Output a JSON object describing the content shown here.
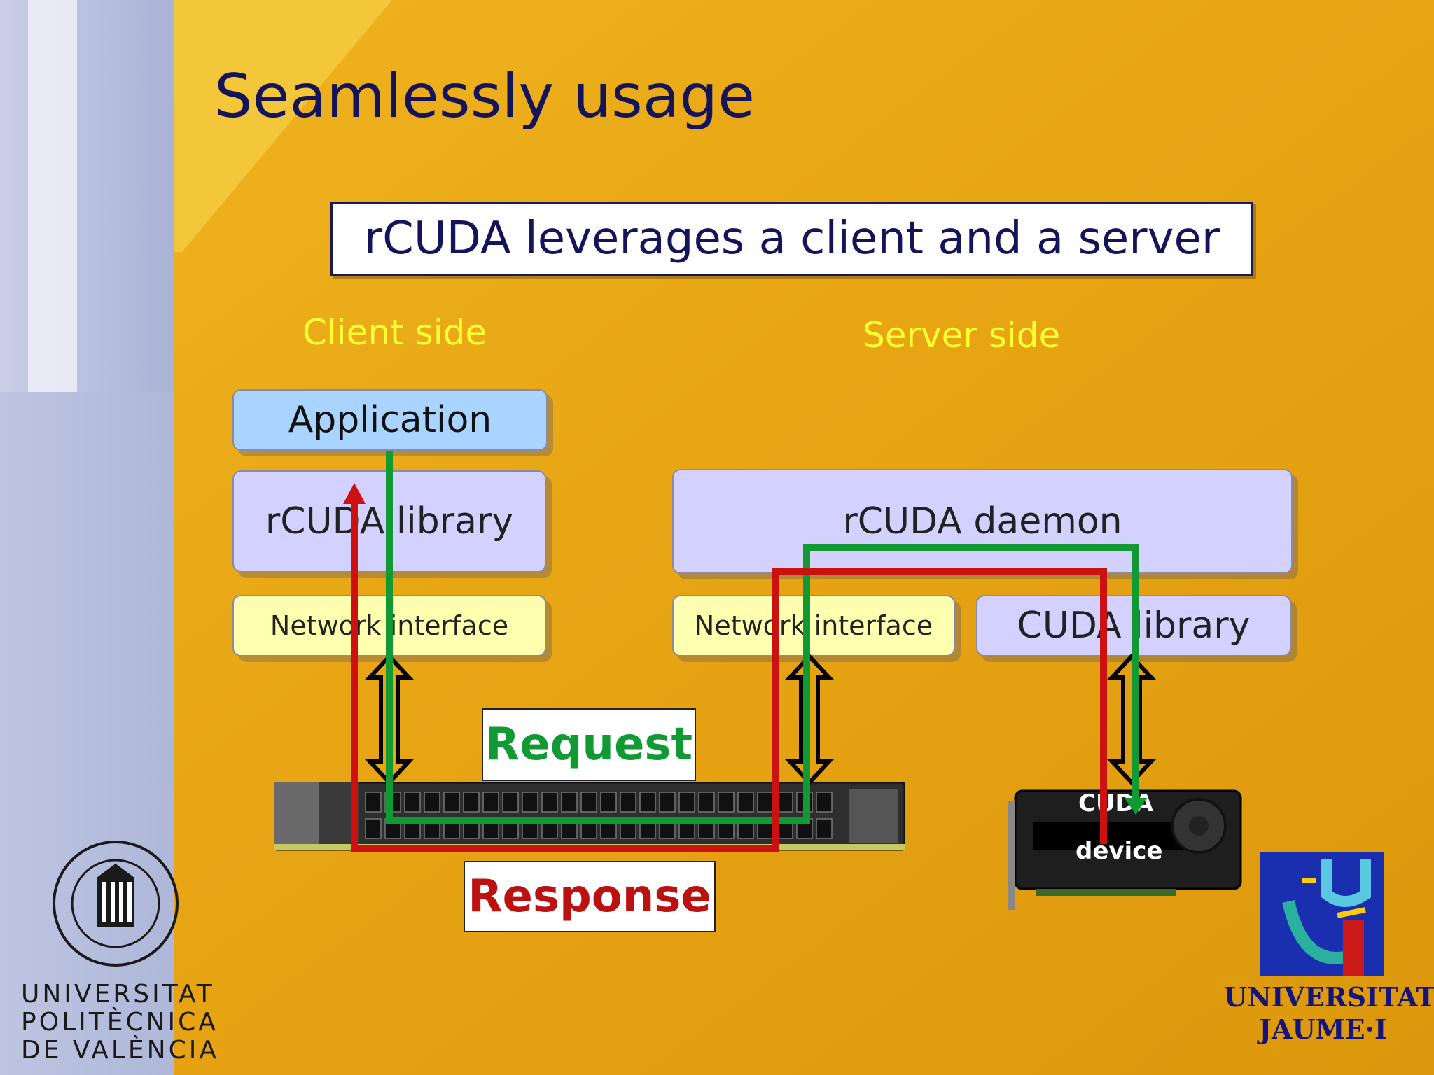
{
  "slide": {
    "title": "Seamlessly usage",
    "subtitle": "rCUDA leverages a client and a server"
  },
  "client": {
    "label": "Client side",
    "application": "Application",
    "library": "rCUDA library",
    "network": "Network interface"
  },
  "server": {
    "label": "Server side",
    "daemon": "rCUDA daemon",
    "network": "Network interface",
    "cuda_library": "CUDA library"
  },
  "labels": {
    "request": "Request",
    "response": "Response"
  },
  "gpu": {
    "name": "CUDA",
    "sub": "device"
  },
  "logos": {
    "upv_lines": [
      "UNIVERSITAT",
      "POLITÈCNICA",
      "DE VALÈNCIA"
    ],
    "uji_line1": "UNIVERSITAT",
    "uji_line2": "JAUME·I"
  },
  "colors": {
    "request_path": "#119933",
    "response_path": "#cc1111",
    "background": "#e8a612",
    "title": "#14145a"
  }
}
